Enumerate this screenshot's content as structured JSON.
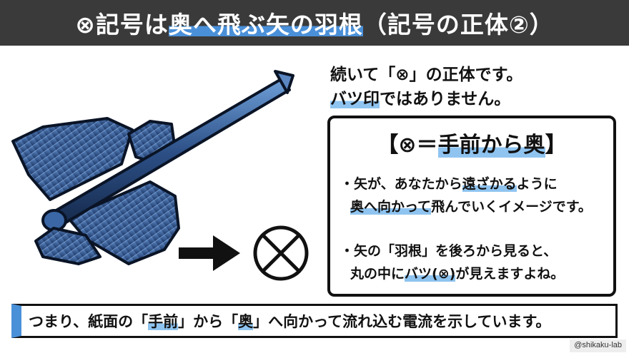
{
  "title": {
    "prefix": "⊗記号は",
    "highlight": "奥へ飛ぶ矢の羽根",
    "suffix": "（記号の正体②）"
  },
  "intro": {
    "line1": "続いて「⊗」の正体です。",
    "line2_highlight": "バツ印",
    "line2_rest": "ではありません。"
  },
  "box": {
    "heading_open": "【⊗＝",
    "heading_highlight": "手前から奥",
    "heading_close": "】",
    "bullet1_line1_a": "・矢が、あなたから",
    "bullet1_line1_hl": "遠ざかる",
    "bullet1_line1_b": "ように",
    "bullet1_line2_hl": "奥へ向かって",
    "bullet1_line2_b": "飛んでいくイメージです。",
    "bullet2_line1": "・矢の「羽根」を後ろから見ると、",
    "bullet2_line2_a": "丸の中に",
    "bullet2_line2_hl": "バツ(⊗)",
    "bullet2_line2_b": "が見えますよね。"
  },
  "bottom": {
    "a": "つまり、紙面の「",
    "hl1": "手前",
    "b": "」から「",
    "hl2": "奥",
    "c": "」へ向かって流れ込む電流を示しています。"
  },
  "watermark": "@shikaku-lab",
  "colors": {
    "title_bar": "#3a3a3a",
    "accent_blue": "#4a90d9",
    "highlight_blue": "#8fc4f0",
    "arrow_body": "#2c4f86"
  },
  "icons": [
    "arrow-illustration",
    "right-arrow-icon",
    "circle-cross-icon"
  ]
}
